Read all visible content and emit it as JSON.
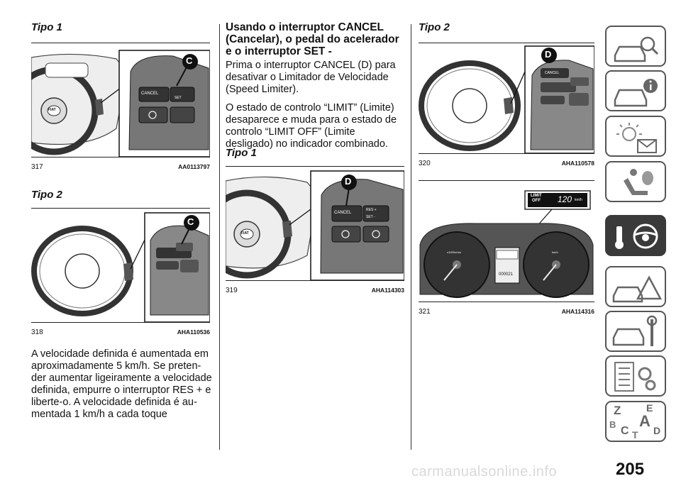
{
  "left": {
    "tipo1_heading": "Tipo 1",
    "fig317": {
      "num": "317",
      "code": "AA0113797",
      "callout": "C",
      "btn_cancel": "CANCEL",
      "btn_set": "SET",
      "logo": "FIAT"
    },
    "tipo2_heading": "Tipo 2",
    "fig318": {
      "num": "318",
      "code": "AHA110536",
      "callout": "C"
    },
    "paragraph": "A velocidade definida é aumentada em aproximadamente 5 km/h. Se preten-der aumentar ligeiramente a velocidade definida, empurre o interruptor RES + e liberte-o. A velocidade definida é au-mentada 1 km/h a cada toque"
  },
  "middle": {
    "heading": "Usando o interruptor CANCEL (Cancelar), o pedal do acelerador e o interruptor SET -",
    "para1": "Prima o interruptor CANCEL (D) para desativar o Limitador de Velocidade (Speed Limiter).",
    "para2": "O estado de controlo “LIMIT” (Limite) desaparece e muda para o estado de controlo “LIMIT OFF” (Limite desligado) no indicador combinado.",
    "tipo1_heading": "Tipo 1",
    "fig319": {
      "num": "319",
      "code": "AHA114303",
      "callout": "D",
      "btn_cancel": "CANCEL",
      "btn_res": "RES +",
      "btn_set": "SET -",
      "logo": "FIAT"
    }
  },
  "right": {
    "tipo2_heading": "Tipo 2",
    "fig320": {
      "num": "320",
      "code": "AHA110578",
      "callout": "D",
      "btn_cancel": "CANCEL"
    },
    "fig321": {
      "num": "321",
      "code": "AHA114316",
      "display_limit": "LIMIT",
      "display_off": "OFF",
      "display_speed": "120",
      "display_unit": "km/h",
      "tacho_unit": "x1000r/min",
      "speedo_unit": "km/h",
      "odometer": "000021"
    }
  },
  "side_tabs": [
    {
      "icon": "car-search-icon"
    },
    {
      "icon": "car-info-icon"
    },
    {
      "icon": "warning-light-message-icon"
    },
    {
      "icon": "seat-airbag-icon"
    },
    {
      "icon": "key-steering-wheel-icon",
      "active": true
    },
    {
      "icon": "car-emergency-icon"
    },
    {
      "icon": "car-wrench-icon"
    },
    {
      "icon": "specs-gears-icon"
    },
    {
      "icon": "alphabet-index-icon",
      "letters": [
        "Z",
        "E",
        "B",
        "A",
        "C",
        "D",
        "T"
      ]
    }
  ],
  "page_number": "205",
  "watermark": "carmanualsonline.info"
}
